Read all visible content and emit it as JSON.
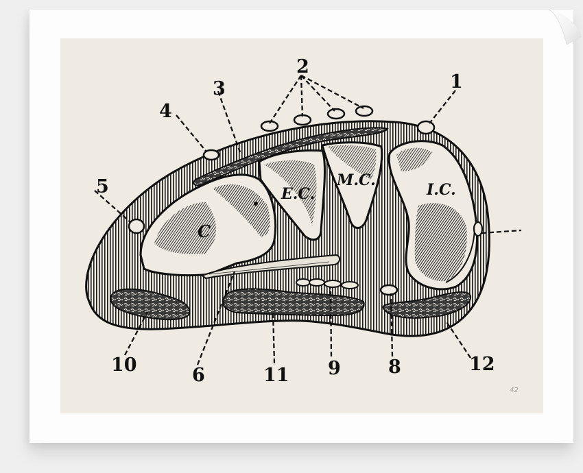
{
  "figure": {
    "description": "Engraved anatomical cross-section (transverse section through the wrist / carpal region) shown as a framed print",
    "colors": {
      "background": "#efefef",
      "paper": "#fdfdfd",
      "plate": "#efebe2",
      "ink": "#111111"
    },
    "bone_labels": [
      {
        "id": "C",
        "text": "C"
      },
      {
        "id": "EC",
        "text": "E.C."
      },
      {
        "id": "MC",
        "text": "M.C."
      },
      {
        "id": "IC",
        "text": "I.C."
      }
    ],
    "numbered_labels": [
      {
        "id": "1",
        "text": "1"
      },
      {
        "id": "2",
        "text": "2"
      },
      {
        "id": "3",
        "text": "3"
      },
      {
        "id": "4",
        "text": "4"
      },
      {
        "id": "5",
        "text": "5"
      },
      {
        "id": "6",
        "text": "6"
      },
      {
        "id": "8",
        "text": "8"
      },
      {
        "id": "9",
        "text": "9"
      },
      {
        "id": "10",
        "text": "10"
      },
      {
        "id": "11",
        "text": "11"
      },
      {
        "id": "12",
        "text": "12"
      }
    ],
    "pencil_mark": "42"
  }
}
